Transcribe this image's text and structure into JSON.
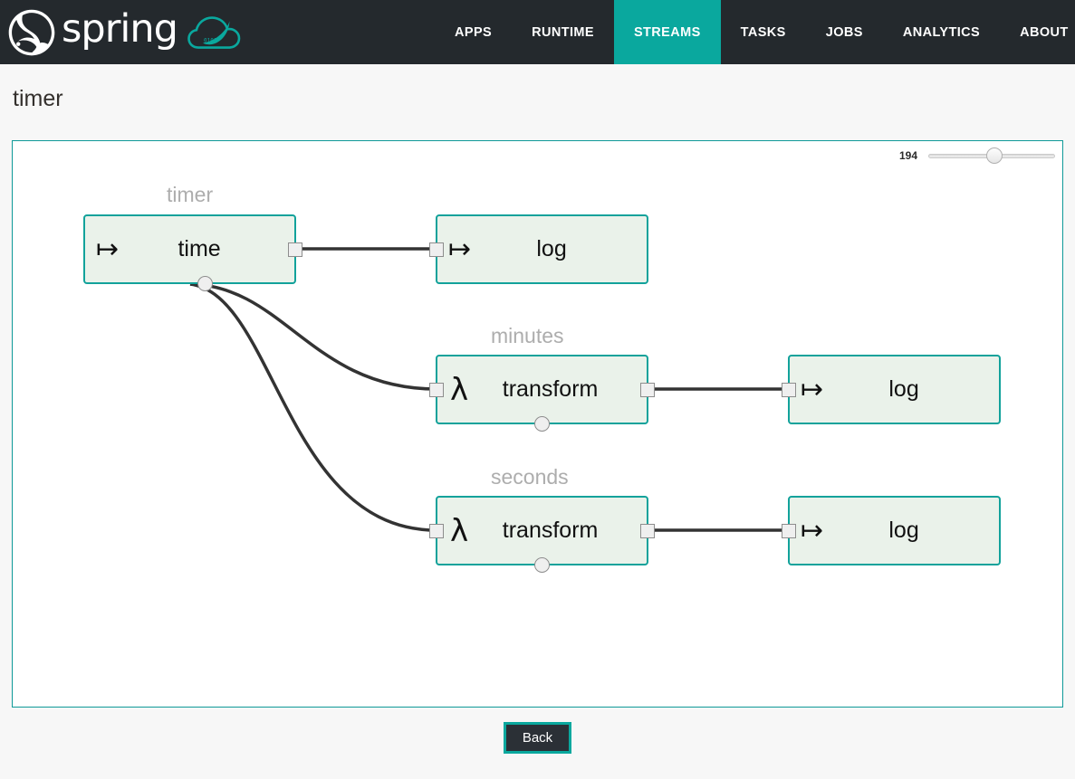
{
  "brand": {
    "name": "spring",
    "leaf_icon": "spring-leaf-icon",
    "cloud_icon": "spring-cloud-dataflow-icon"
  },
  "nav": {
    "items": [
      {
        "label": "APPS",
        "active": false
      },
      {
        "label": "RUNTIME",
        "active": false
      },
      {
        "label": "STREAMS",
        "active": true
      },
      {
        "label": "TASKS",
        "active": false
      },
      {
        "label": "JOBS",
        "active": false
      },
      {
        "label": "ANALYTICS",
        "active": false
      },
      {
        "label": "ABOUT",
        "active": false
      }
    ],
    "active_color": "#0aa89e"
  },
  "page": {
    "title": "timer"
  },
  "canvas": {
    "border_color": "#0f9a98",
    "zoom": {
      "value": "194",
      "thumb_percent": 52
    }
  },
  "graph": {
    "group_labels": [
      {
        "text": "timer"
      },
      {
        "text": "minutes"
      },
      {
        "text": "seconds"
      }
    ],
    "nodes": [
      {
        "id": "time",
        "icon": "source-arrow-icon",
        "glyph": "↦",
        "label": "time"
      },
      {
        "id": "log1",
        "icon": "sink-arrow-icon",
        "glyph": "↦",
        "label": "log"
      },
      {
        "id": "transform1",
        "icon": "lambda-icon",
        "glyph": "λ",
        "label": "transform"
      },
      {
        "id": "log2",
        "icon": "sink-arrow-icon",
        "glyph": "↦",
        "label": "log"
      },
      {
        "id": "transform2",
        "icon": "lambda-icon",
        "glyph": "λ",
        "label": "transform"
      },
      {
        "id": "log3",
        "icon": "sink-arrow-icon",
        "glyph": "↦",
        "label": "log"
      }
    ],
    "node_fill": "#eaf2ea",
    "node_border": "#12a29b",
    "edge_color": "#333333"
  },
  "footer": {
    "back_label": "Back"
  }
}
